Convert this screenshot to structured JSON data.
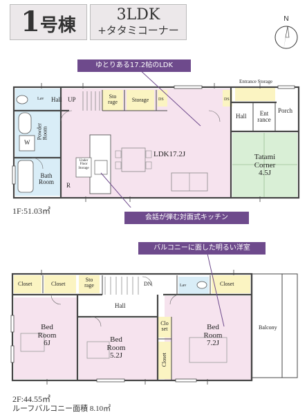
{
  "header": {
    "building_num": "1",
    "building_kanji": "号棟",
    "layout_type": "3LDK",
    "layout_sub": "+タタミコーナー"
  },
  "compass": {
    "label": "N"
  },
  "callouts": {
    "ldk": "ゆとりある17.2帖のLDK",
    "kitchen": "会話が弾む対面式キッチン",
    "balcony": "バルコニーに面した明るい洋室"
  },
  "floor1": {
    "area": "1F:51.03㎡",
    "rooms": {
      "hall": "Hall",
      "up": "UP",
      "storage_a": "Sto\nrage",
      "storage_b": "Storage",
      "ds": "DS",
      "ds2": "DS",
      "lav": "Lav",
      "powder": "Powder\nRoom",
      "w": "W",
      "bath": "Bath\nRoom",
      "r": "R",
      "ufs": "Under\nFloor\nStorage",
      "ldk": "LDK17.2J",
      "tatami": "Tatami\nCorner\n4.5J",
      "entrance_storage": "Entrance Storage",
      "hall2": "Hall",
      "entrance": "Ent\nrance",
      "porch": "Porch"
    }
  },
  "floor2": {
    "area": "2F:44.55㎡",
    "roof_balcony": "ルーフバルコニー面積 8.10㎡",
    "rooms": {
      "closet1": "Closet",
      "closet2": "Closet",
      "storage": "Sto\nrage",
      "dn": "DN",
      "lav": "Lav",
      "closet3": "Closet",
      "hall": "Hall",
      "bed1": "Bed\nRoom\n6J",
      "bed2": "Bed\nRoom\n5.2J",
      "closet4": "Clo\nset",
      "closet5": "Closet",
      "bed3": "Bed\nRoom\n7.2J",
      "balcony": "Balcony"
    }
  },
  "colors": {
    "pink": "#f6e3ee",
    "blue": "#d9edf7",
    "green": "#d9efd6",
    "yellow": "#fbf4c2",
    "wall": "#444444",
    "callout": "#6e4a8c"
  }
}
